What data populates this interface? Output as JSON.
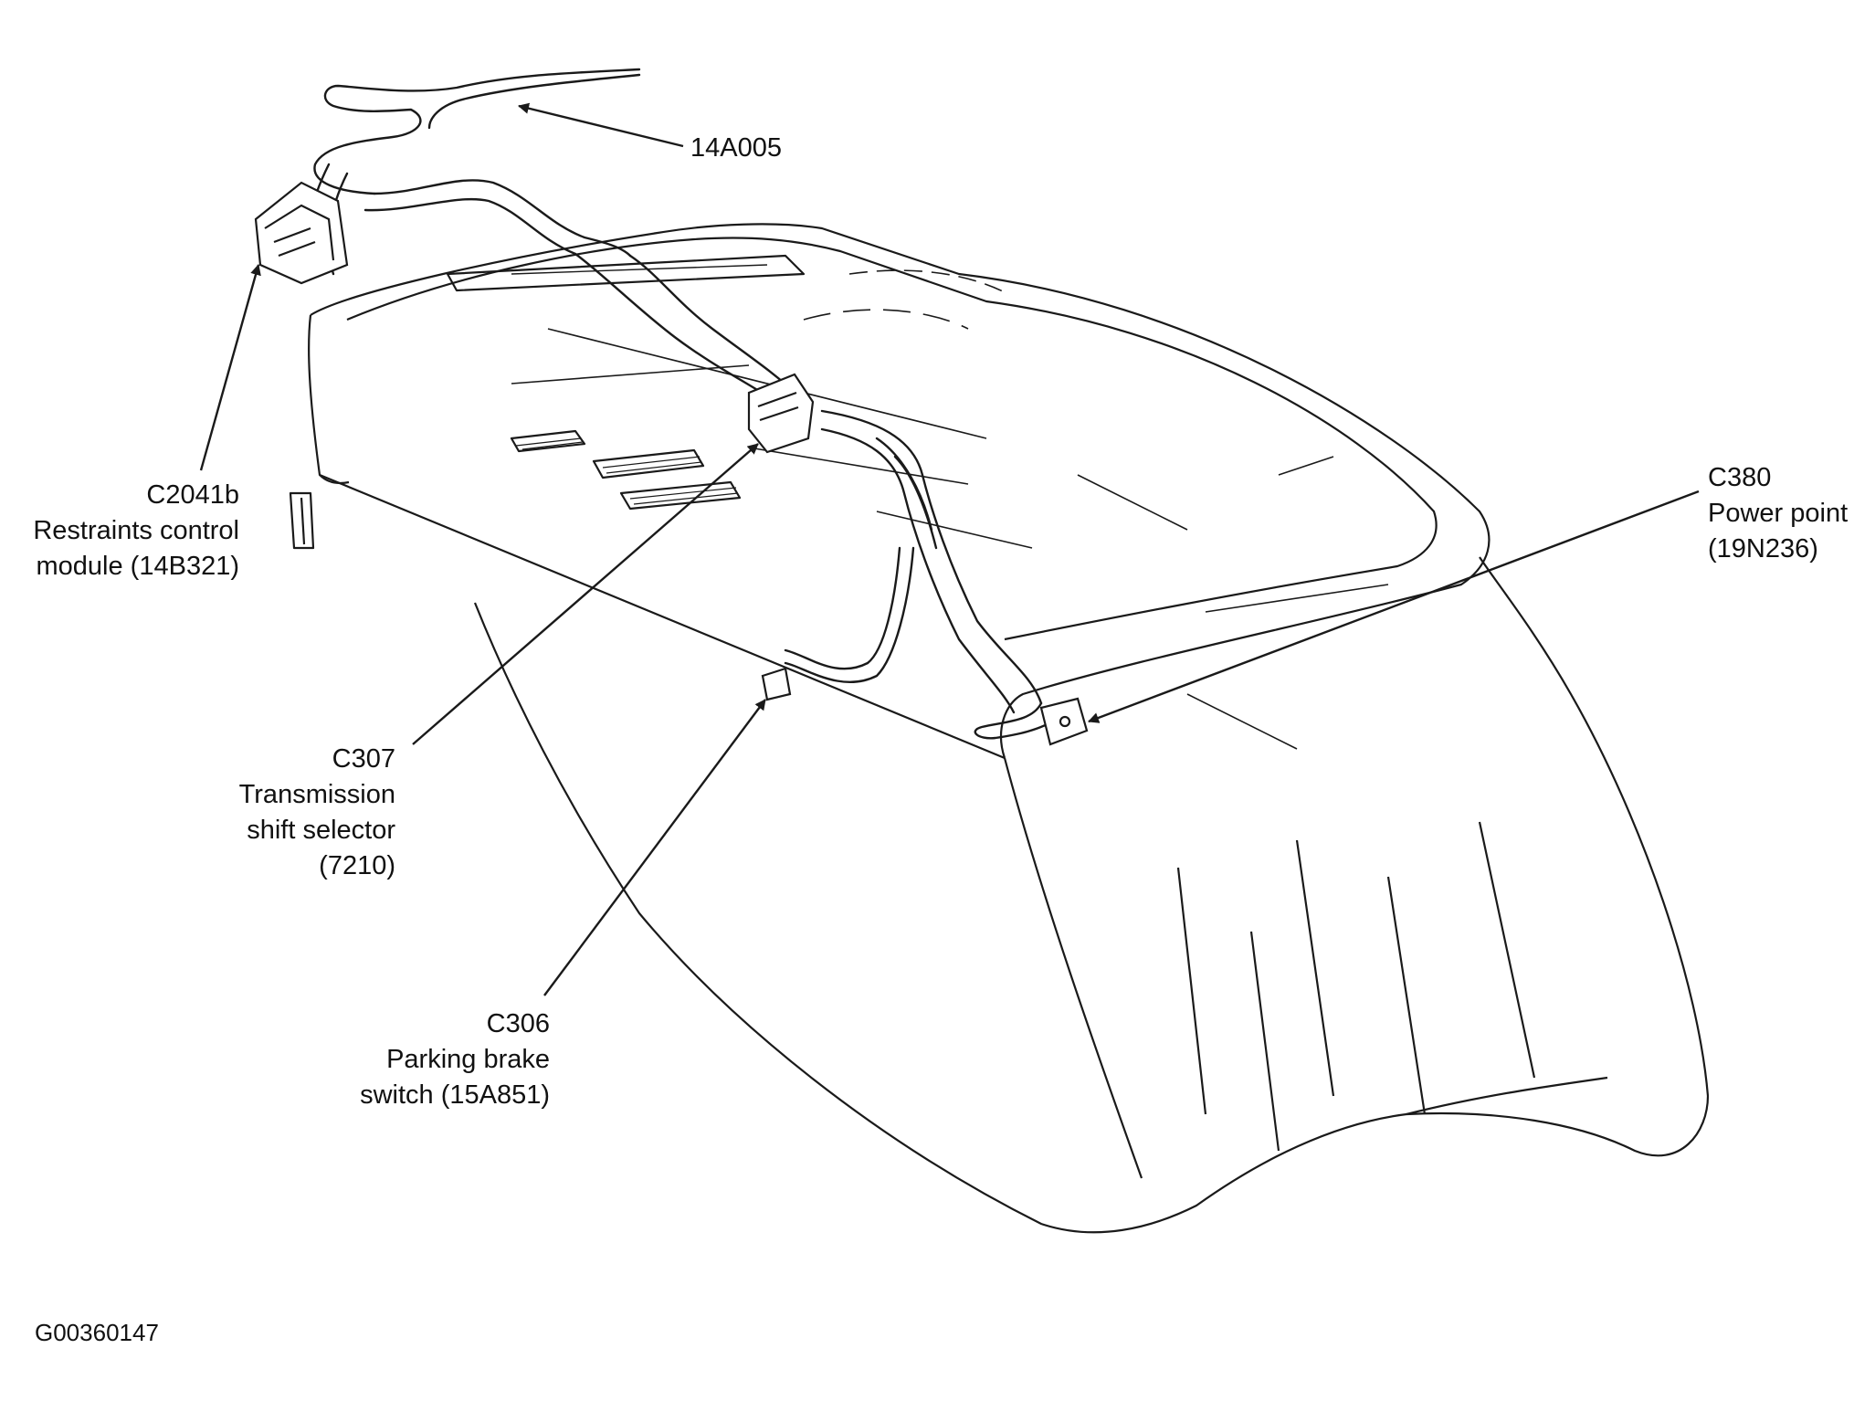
{
  "callouts": {
    "harness": {
      "number": "14A005"
    },
    "c2041b": {
      "code": "C2041b",
      "line1": "Restraints control",
      "line2": "module (14B321)"
    },
    "c380": {
      "code": "C380",
      "line1": "Power point",
      "line2": "(19N236)"
    },
    "c307": {
      "code": "C307",
      "line1": "Transmission",
      "line2": "shift selector",
      "line3": "(7210)"
    },
    "c306": {
      "code": "C306",
      "line1": "Parking brake",
      "line2": "switch (15A851)"
    }
  },
  "figure_id": "G00360147",
  "colors": {
    "line": "#1a1a1a",
    "background": "#ffffff"
  }
}
